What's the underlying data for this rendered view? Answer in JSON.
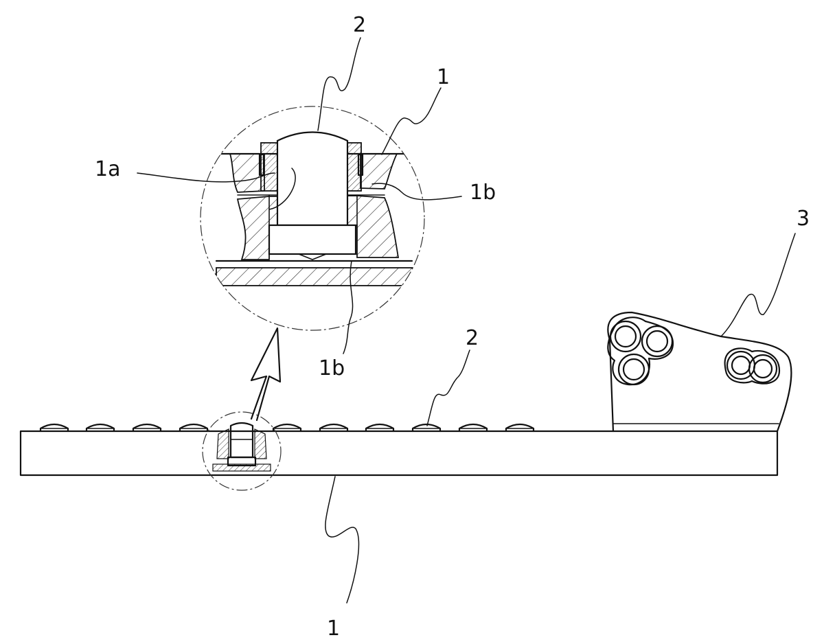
{
  "figure": {
    "labels": {
      "detail_pin": "2",
      "detail_bar": "1",
      "detail_1a": "1a",
      "detail_1b_right": "1b",
      "detail_1b_bottom": "1b",
      "pin_row": "2",
      "block": "3",
      "bar": "1"
    }
  }
}
